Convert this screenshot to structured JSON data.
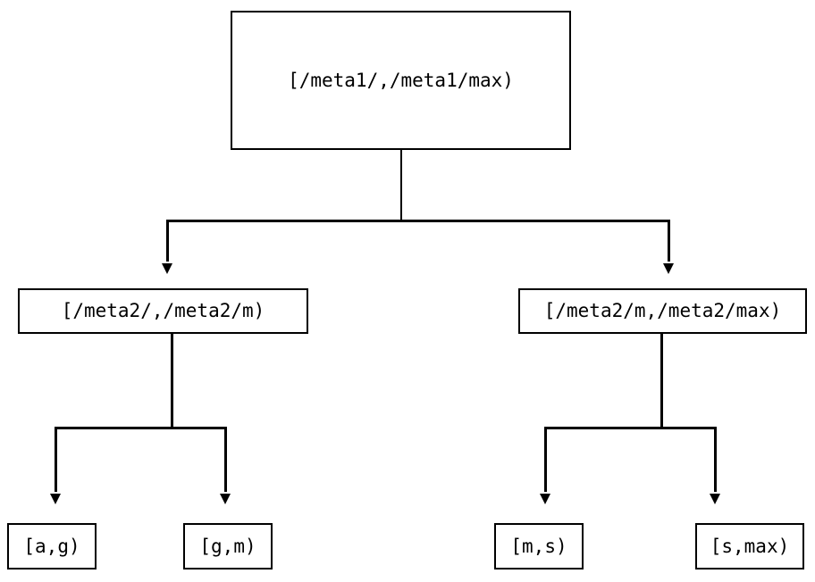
{
  "diagram": {
    "type": "tree",
    "orientation": "top-down",
    "background_color": "#ffffff",
    "line_color": "#000000",
    "text_color": "#000000",
    "nodes": {
      "root": {
        "id": "root",
        "label": "[/meta1/,/meta1/max)",
        "level": 0
      },
      "mid_left": {
        "id": "mid-left",
        "label": "[/meta2/,/meta2/m)",
        "level": 1
      },
      "mid_right": {
        "id": "mid-right",
        "label": "[/meta2/m,/meta2/max)",
        "level": 1
      },
      "leaf_1": {
        "id": "leaf-1",
        "label": "[a,g)",
        "level": 2
      },
      "leaf_2": {
        "id": "leaf-2",
        "label": "[g,m)",
        "level": 2
      },
      "leaf_3": {
        "id": "leaf-3",
        "label": "[m,s)",
        "level": 2
      },
      "leaf_4": {
        "id": "leaf-4",
        "label": "[s,max)",
        "level": 2
      }
    },
    "edges": [
      {
        "from": "root",
        "to": "mid-left",
        "arrowhead": "filled-triangle"
      },
      {
        "from": "root",
        "to": "mid-right",
        "arrowhead": "filled-triangle"
      },
      {
        "from": "mid-left",
        "to": "leaf-1",
        "arrowhead": "filled-triangle"
      },
      {
        "from": "mid-left",
        "to": "leaf-2",
        "arrowhead": "filled-triangle"
      },
      {
        "from": "mid-right",
        "to": "leaf-3",
        "arrowhead": "filled-triangle"
      },
      {
        "from": "mid-right",
        "to": "leaf-4",
        "arrowhead": "filled-triangle"
      }
    ]
  }
}
